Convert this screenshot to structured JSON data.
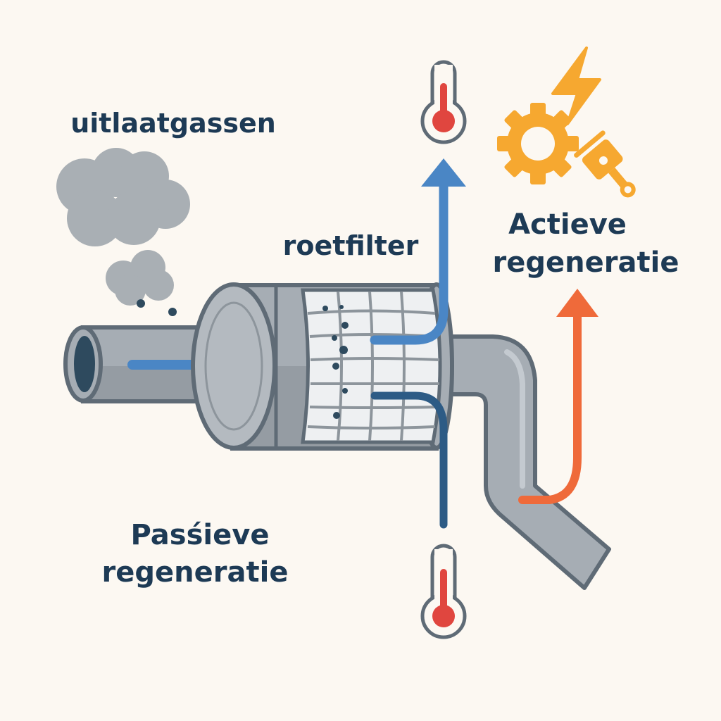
{
  "labels": {
    "exhaust": "uitlaatgassen",
    "filter": "roetfilter",
    "active_line1": "Actieve",
    "active_line2": "regeneratie",
    "passive_line1": "Pasśieve",
    "passive_line2": "regeneratie"
  },
  "colors": {
    "background": "#fcf8f2",
    "text": "#1d3a55",
    "pipe": "#a6adb4",
    "flow_blue": "#4a86c5",
    "flow_dark_blue": "#2d5b85",
    "heat_orange": "#ef6a3a",
    "icon_yellow": "#f6a830",
    "thermo_red": "#e0463f"
  },
  "icons": [
    "smoke-cloud-icon",
    "thermometer-icon",
    "lightning-icon",
    "gear-icon",
    "piston-icon"
  ]
}
